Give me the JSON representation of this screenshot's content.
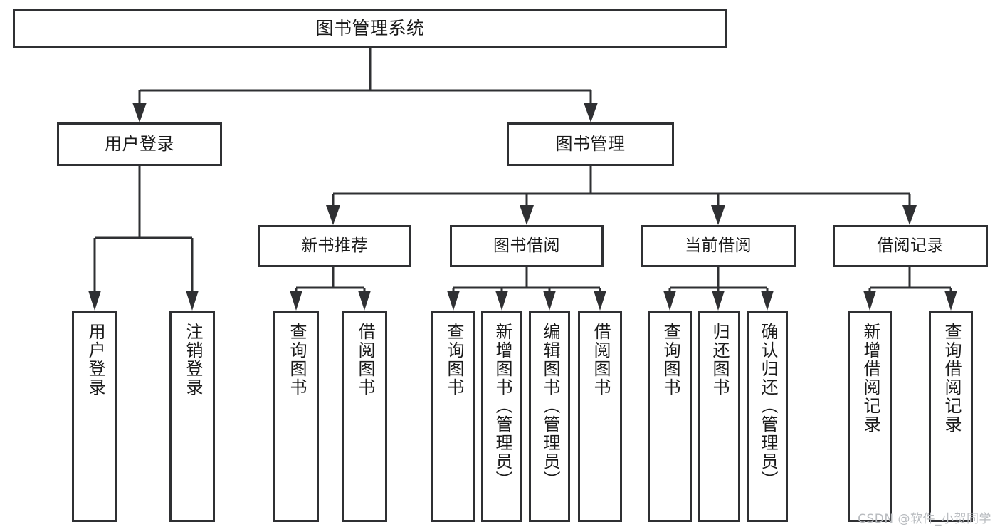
{
  "diagram": {
    "title": "图书管理系统",
    "type": "tree-hierarchy",
    "colors": {
      "stroke": "#2f3033",
      "box_fill": "#ffffff",
      "text": "#1a1a1a",
      "background": "#ffffff",
      "watermark": "#b9bcc0"
    },
    "root": {
      "label": "图书管理系统"
    },
    "level2": [
      {
        "label": "用户登录"
      },
      {
        "label": "图书管理"
      }
    ],
    "level3": [
      {
        "label": "新书推荐"
      },
      {
        "label": "图书借阅"
      },
      {
        "label": "当前借阅"
      },
      {
        "label": "借阅记录"
      }
    ],
    "leaves": [
      {
        "label": "用户登录",
        "parent": "用户登录"
      },
      {
        "label": "注销登录",
        "parent": "用户登录"
      },
      {
        "label": "查询图书",
        "parent": "新书推荐"
      },
      {
        "label": "借阅图书",
        "parent": "新书推荐"
      },
      {
        "label": "查询图书",
        "parent": "图书借阅"
      },
      {
        "label": "新增图书（管理员）",
        "parent": "图书借阅"
      },
      {
        "label": "编辑图书（管理员）",
        "parent": "图书借阅"
      },
      {
        "label": "借阅图书",
        "parent": "图书借阅"
      },
      {
        "label": "查询图书",
        "parent": "当前借阅"
      },
      {
        "label": "归还图书",
        "parent": "当前借阅"
      },
      {
        "label": "确认归还（管理员）",
        "parent": "当前借阅"
      },
      {
        "label": "新增借阅记录",
        "parent": "借阅记录"
      },
      {
        "label": "查询借阅记录",
        "parent": "借阅记录"
      }
    ]
  },
  "watermark": {
    "text": "CSDN @软件_小贺同学"
  }
}
